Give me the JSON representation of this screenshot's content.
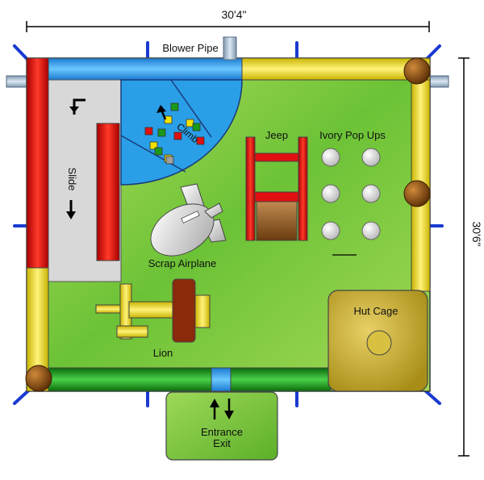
{
  "dimensions": {
    "width_label": "30'4\"",
    "height_label": "30'6\""
  },
  "labels": {
    "blower_pipe": "Blower Pipe",
    "climb": "Climb",
    "slide": "Slide",
    "jeep": "Jeep",
    "pop_ups": "Ivory Pop Ups",
    "airplane": "Scrap Airplane",
    "lion": "Lion",
    "hut_cage": "Hut Cage",
    "entrance_line1": "Entrance",
    "entrance_line2": "Exit"
  },
  "colors": {
    "floor": "#7dc63a",
    "wall_yellow": "#f2e200",
    "wall_red": "#e01010",
    "wall_blue": "#2aa0ff",
    "wall_green": "#1a9a1a",
    "anchor": "#8a4a10",
    "stake": "#1a3ad0",
    "climb_blue": "#2a9fe8",
    "slide_gray": "#d8d8d8",
    "hut": "#c9b23a"
  }
}
